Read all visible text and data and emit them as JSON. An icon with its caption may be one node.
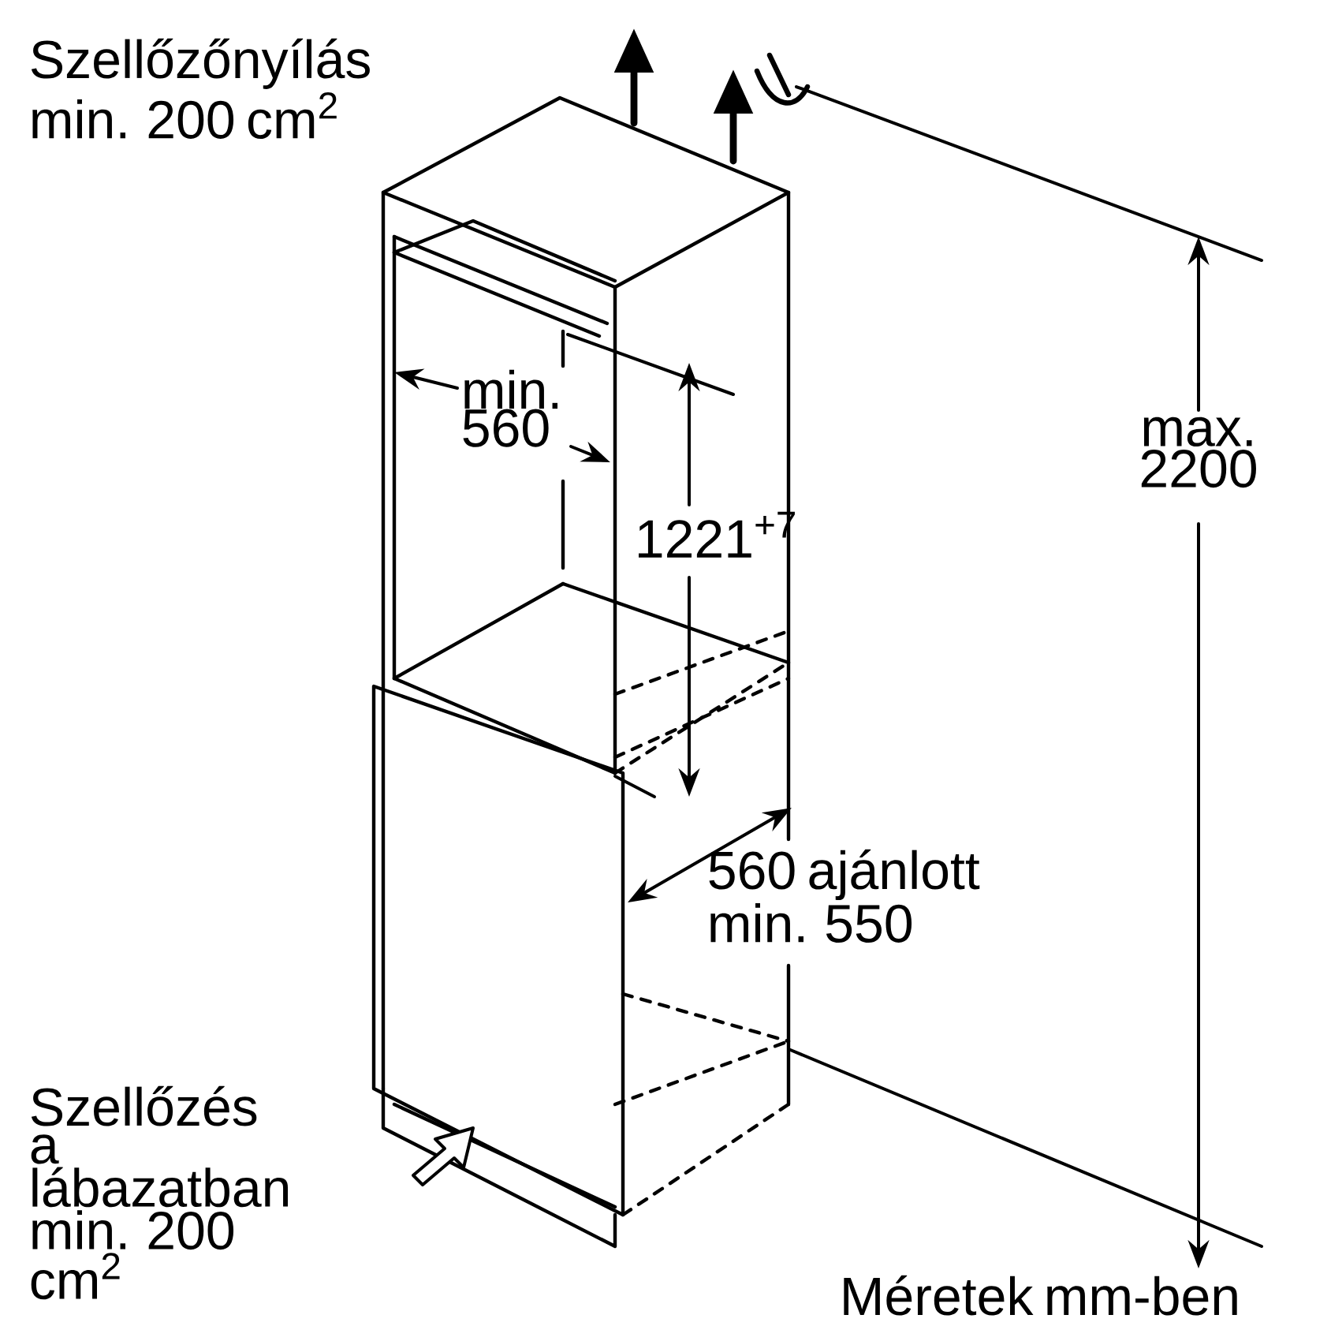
{
  "diagram": {
    "labels": [
      "Szellőzőnyílás min. 200 cm$^{2}$",
      "min. 560",
      "1221$^{+7}$",
      "max. 2200",
      "560 ajánlott min. 550",
      "Szellőzés a lábazatban min. 200 cm$^{2}$",
      "Méretek mm-ben"
    ]
  }
}
